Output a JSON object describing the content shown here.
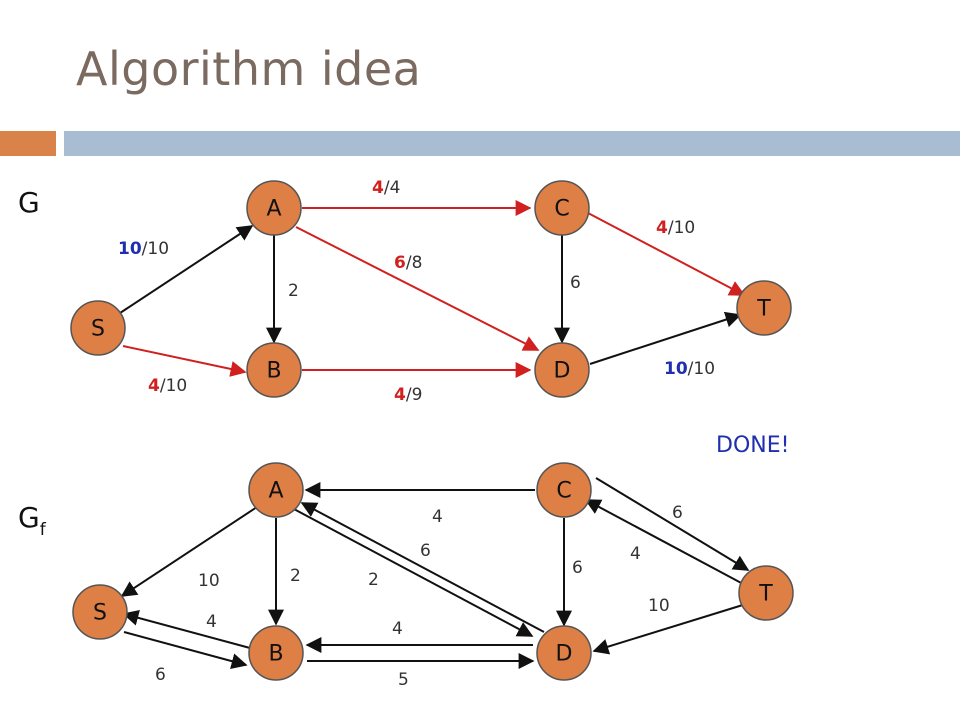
{
  "slide": {
    "title": "Algorithm idea",
    "done_text": "DONE!",
    "colors": {
      "node_fill": "#de7f46",
      "title_color": "#7b6a60",
      "accent_orange": "#d9824a",
      "accent_blue": "#a9bdd2",
      "flow_edge_red": "#d02020",
      "flow_full_blue": "#1f2fb0"
    }
  },
  "graph_g": {
    "label": "G",
    "nodes": {
      "S": "S",
      "A": "A",
      "B": "B",
      "C": "C",
      "D": "D",
      "T": "T"
    },
    "edges": [
      {
        "from": "S",
        "to": "A",
        "flow": "10",
        "cap": "10",
        "flow_color": "blue"
      },
      {
        "from": "S",
        "to": "B",
        "flow": "4",
        "cap": "10",
        "flow_color": "red"
      },
      {
        "from": "A",
        "to": "C",
        "flow": "4",
        "cap": "4",
        "flow_color": "red"
      },
      {
        "from": "A",
        "to": "D",
        "flow": "6",
        "cap": "8",
        "flow_color": "red"
      },
      {
        "from": "A",
        "to": "B",
        "flow": "",
        "cap": "2",
        "flow_color": ""
      },
      {
        "from": "C",
        "to": "T",
        "flow": "4",
        "cap": "10",
        "flow_color": "red"
      },
      {
        "from": "C",
        "to": "D",
        "flow": "",
        "cap": "6",
        "flow_color": ""
      },
      {
        "from": "B",
        "to": "D",
        "flow": "4",
        "cap": "9",
        "flow_color": "red"
      },
      {
        "from": "D",
        "to": "T",
        "flow": "10",
        "cap": "10",
        "flow_color": "blue"
      }
    ]
  },
  "graph_gf": {
    "label_main": "G",
    "label_sub": "f",
    "nodes": {
      "S": "S",
      "A": "A",
      "B": "B",
      "C": "C",
      "D": "D",
      "T": "T"
    },
    "edges": [
      {
        "from": "C",
        "to": "A",
        "cap": "4"
      },
      {
        "from": "A",
        "to": "D",
        "cap": "2"
      },
      {
        "from": "D",
        "to": "A",
        "cap": "6"
      },
      {
        "from": "A",
        "to": "S",
        "cap": "10"
      },
      {
        "from": "A",
        "to": "B",
        "cap": "2"
      },
      {
        "from": "B",
        "to": "S",
        "cap": "4"
      },
      {
        "from": "S",
        "to": "B",
        "cap": "6"
      },
      {
        "from": "D",
        "to": "B",
        "cap": "4"
      },
      {
        "from": "B",
        "to": "D",
        "cap": "5"
      },
      {
        "from": "C",
        "to": "D",
        "cap": "6"
      },
      {
        "from": "C",
        "to": "T",
        "cap": "6"
      },
      {
        "from": "T",
        "to": "C",
        "cap": "4"
      },
      {
        "from": "T",
        "to": "D",
        "cap": "10"
      }
    ]
  }
}
